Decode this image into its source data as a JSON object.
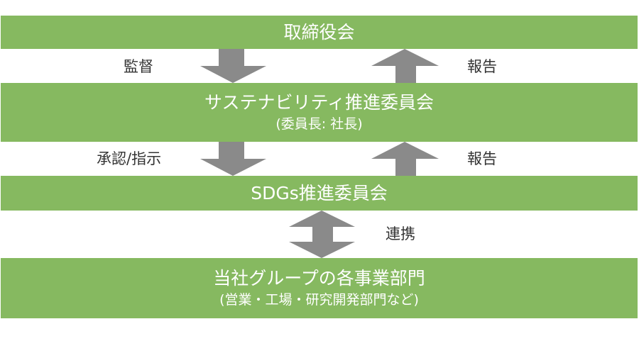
{
  "diagram": {
    "nodes": [
      {
        "id": "board",
        "title": "取締役会",
        "subtitle": null
      },
      {
        "id": "sustainability",
        "title": "サステナビリティ推進委員会",
        "subtitle": "(委員長: 社長)"
      },
      {
        "id": "sdgs",
        "title": "SDGs推進委員会",
        "subtitle": null
      },
      {
        "id": "departments",
        "title": "当社グループの各事業部門",
        "subtitle": "(営業・工場・研究開発部門など)"
      }
    ],
    "edges": [
      {
        "from": "board",
        "to": "sustainability",
        "label": "監督",
        "direction": "down"
      },
      {
        "from": "sustainability",
        "to": "board",
        "label": "報告",
        "direction": "up"
      },
      {
        "from": "sustainability",
        "to": "sdgs",
        "label": "承認/指示",
        "direction": "down"
      },
      {
        "from": "sdgs",
        "to": "sustainability",
        "label": "報告",
        "direction": "up"
      },
      {
        "from": "sdgs",
        "to": "departments",
        "label": "連携",
        "direction": "both"
      }
    ],
    "colors": {
      "box": "#86b960",
      "box_text": "#ffffff",
      "arrow": "#8a8a8a",
      "label_text": "#333333"
    }
  }
}
